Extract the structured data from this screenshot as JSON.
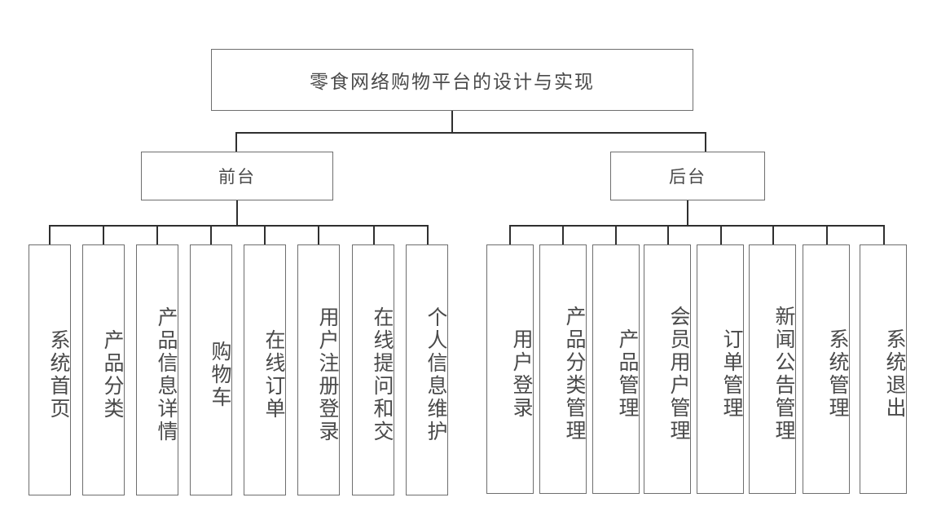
{
  "diagram": {
    "title": "零食网络购物平台的设计与实现",
    "type": "功能结构图",
    "root": {
      "label": "零食网络购物平台的设计与实现"
    },
    "branches": [
      {
        "label": "前台"
      },
      {
        "label": "后台"
      }
    ],
    "frontend_leaves": [
      {
        "label": "系统首页"
      },
      {
        "label": "产品分类"
      },
      {
        "label": "产品信息详情"
      },
      {
        "label": "购物车"
      },
      {
        "label": "在线订单"
      },
      {
        "label": "用户注册登录"
      },
      {
        "label": "在线提问和交"
      },
      {
        "label": "个人信息维护"
      }
    ],
    "backend_leaves": [
      {
        "label": "用户登录"
      },
      {
        "label": "产品分类管理"
      },
      {
        "label": "产品管理"
      },
      {
        "label": "会员用户管理"
      },
      {
        "label": "订单管理"
      },
      {
        "label": "新闻公告管理"
      },
      {
        "label": "系统管理"
      },
      {
        "label": "系统退出"
      }
    ],
    "colors": {
      "box_border": "#6e6e6e",
      "connector": "#2f2f2f",
      "text": "#4a4a4a",
      "background": "#ffffff"
    }
  }
}
